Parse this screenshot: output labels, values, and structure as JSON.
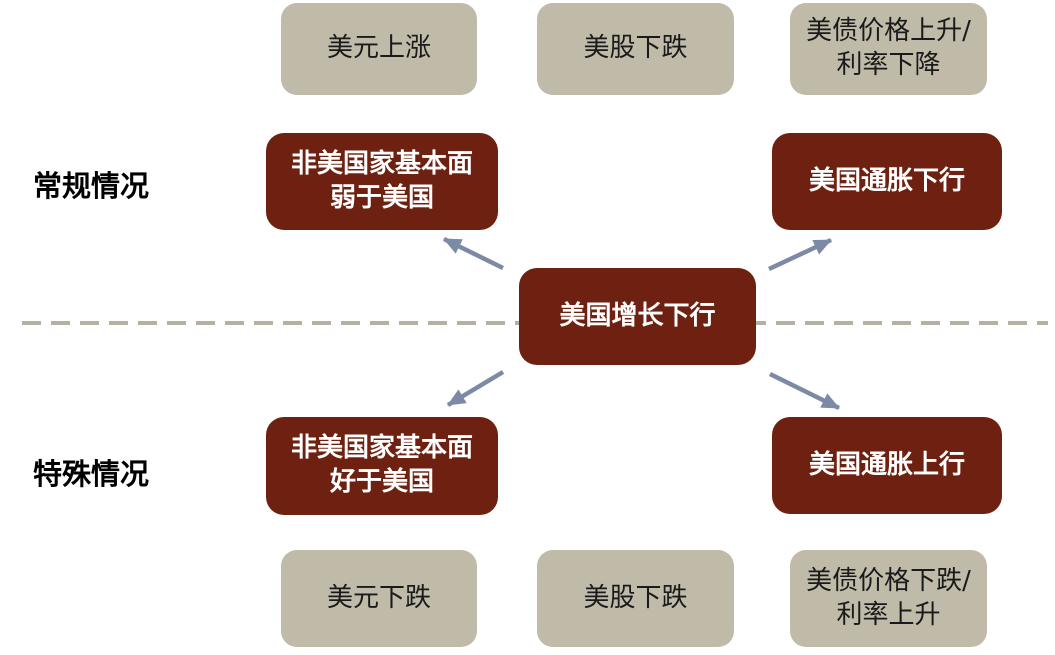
{
  "diagram": {
    "title_hint": "us-growth-downturn-scenarios",
    "row_labels": {
      "normal": "常规情况",
      "special": "特殊情况"
    },
    "center": {
      "line1": "美国增长下行"
    },
    "top_outcomes": [
      {
        "line1": "美元上涨"
      },
      {
        "line1": "美股下跌"
      },
      {
        "line1": "美债价格上升/",
        "line2": "利率下降"
      }
    ],
    "normal_causes": [
      {
        "line1": "非美国家基本面",
        "line2": "弱于美国"
      },
      {
        "line1": "美国通胀下行"
      }
    ],
    "special_causes": [
      {
        "line1": "非美国家基本面",
        "line2": "好于美国"
      },
      {
        "line1": "美国通胀上行"
      }
    ],
    "bottom_outcomes": [
      {
        "line1": "美元下跌"
      },
      {
        "line1": "美股下跌"
      },
      {
        "line1": "美债价格下跌/",
        "line2": "利率上升"
      }
    ],
    "colors": {
      "red_box": "#6E2110",
      "gray_box": "#BFBBA8",
      "arrow": "#7C8AA5",
      "dashed_line": "#B5B1A2",
      "red_box_text": "#FFFFFF",
      "gray_box_text": "#1A1A1A",
      "label_text": "#000000"
    }
  }
}
